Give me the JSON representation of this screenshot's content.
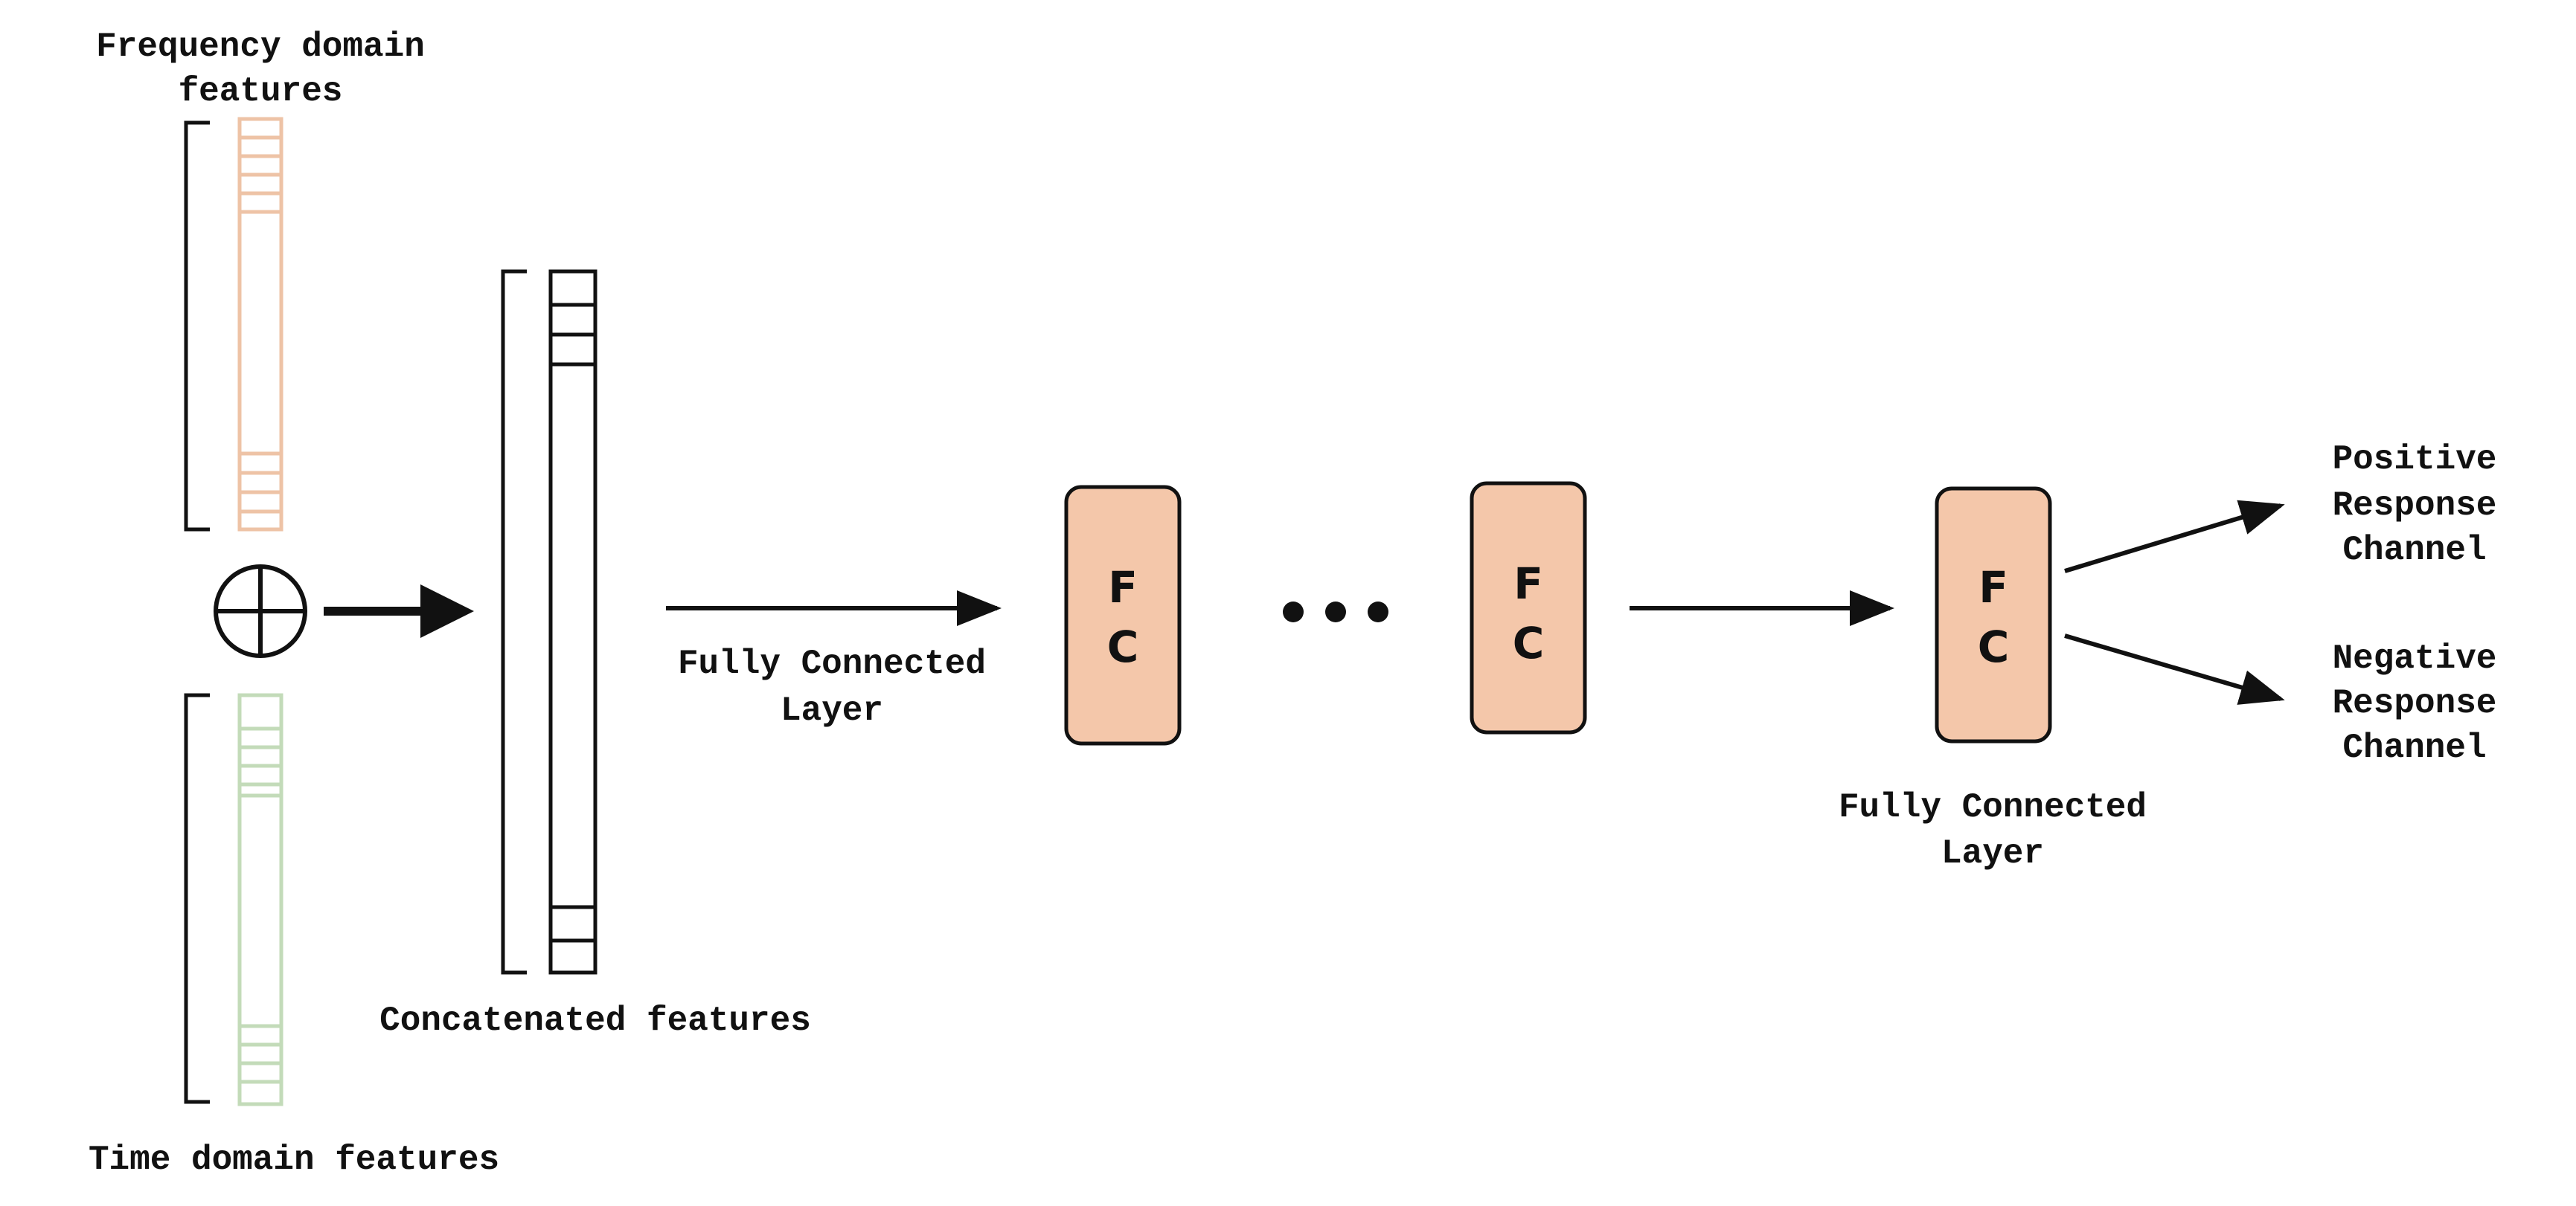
{
  "labels": {
    "freq_line1": "Frequency domain",
    "freq_line2": "features",
    "time": "Time domain features",
    "concat": "Concatenated features",
    "fc_left_line1": "Fully Connected",
    "fc_left_line2": "Layer",
    "fc_right_line1": "Fully Connected",
    "fc_right_line2": "Layer",
    "pos_line1": "Positive",
    "pos_line2": "Response",
    "pos_line3": "Channel",
    "neg_line1": "Negative",
    "neg_line2": "Response",
    "neg_line3": "Channel"
  },
  "fc_blocks": [
    {
      "line1": "F",
      "line2": "C"
    },
    {
      "line1": "F",
      "line2": "C"
    },
    {
      "line1": "F",
      "line2": "C"
    }
  ],
  "symbols": {
    "concat_operator": "⊕ (circle-plus)",
    "ellipsis": "• • •"
  },
  "colors": {
    "freq_vector": "#eec3a6",
    "time_vector": "#c3dbb9",
    "fc_fill": "#f4c7aa",
    "line": "#111111"
  }
}
